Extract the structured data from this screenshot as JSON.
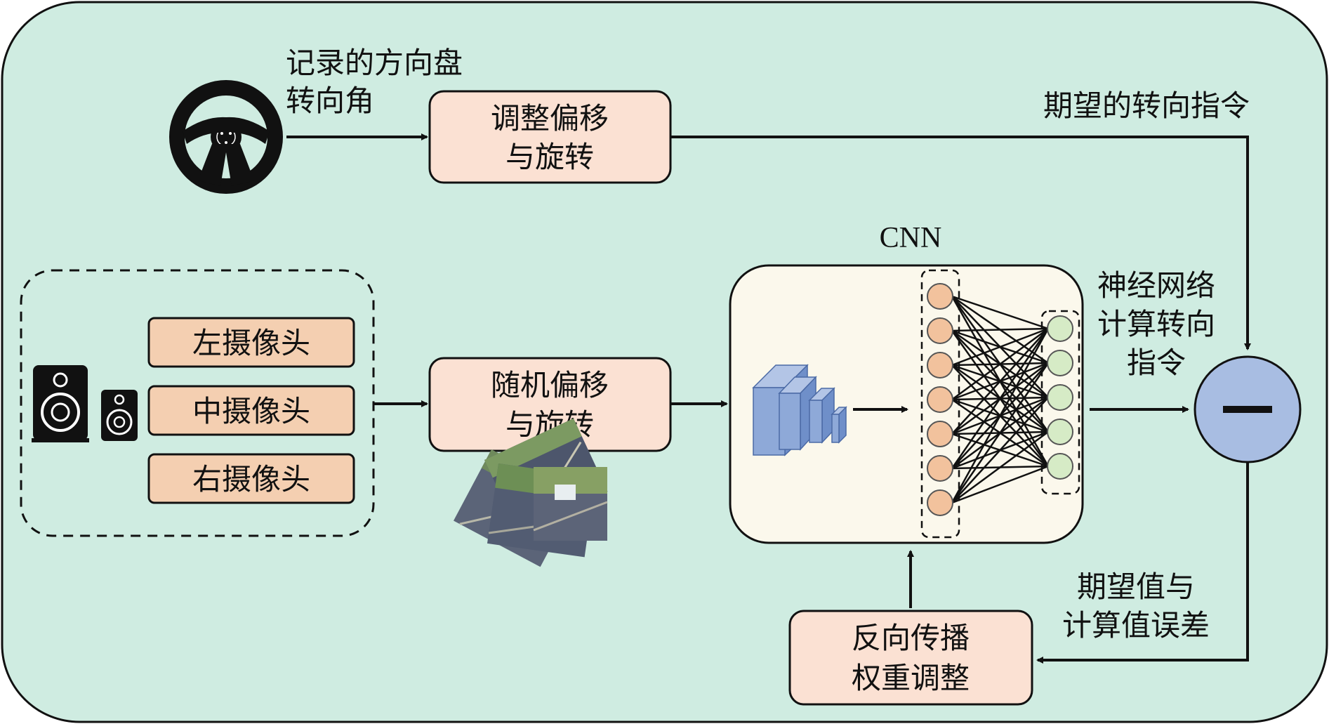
{
  "colors": {
    "background": "#cfece1",
    "box_fill": "#fbe1d3",
    "camera_box_fill": "#f4cfb1",
    "cnn_panel": "#fbf8ec",
    "neuron_input": "#f2c29d",
    "neuron_output": "#d6ebc6",
    "subtract_node": "#a8bde2",
    "conv_block": "#8ea9d8"
  },
  "labels": {
    "recorded_angle_line1": "记录的方向盘",
    "recorded_angle_line2": "转向角",
    "expected_command": "期望的转向指令",
    "cnn_title": "CNN",
    "nn_output_line1": "神经网络",
    "nn_output_line2": "计算转向",
    "nn_output_line3": "指令",
    "error_line1": "期望值与",
    "error_line2": "计算值误差",
    "subtract_symbol": "−"
  },
  "boxes": {
    "adjust_line1": "调整偏移",
    "adjust_line2": "与旋转",
    "random_line1": "随机偏移",
    "random_line2": "与旋转",
    "backprop_line1": "反向传播",
    "backprop_line2": "权重调整"
  },
  "cameras": {
    "left": "左摄像头",
    "center": "中摄像头",
    "right": "右摄像头"
  },
  "icons": {
    "steering": "steering-wheel-icon",
    "speakers": "speaker-icon"
  }
}
